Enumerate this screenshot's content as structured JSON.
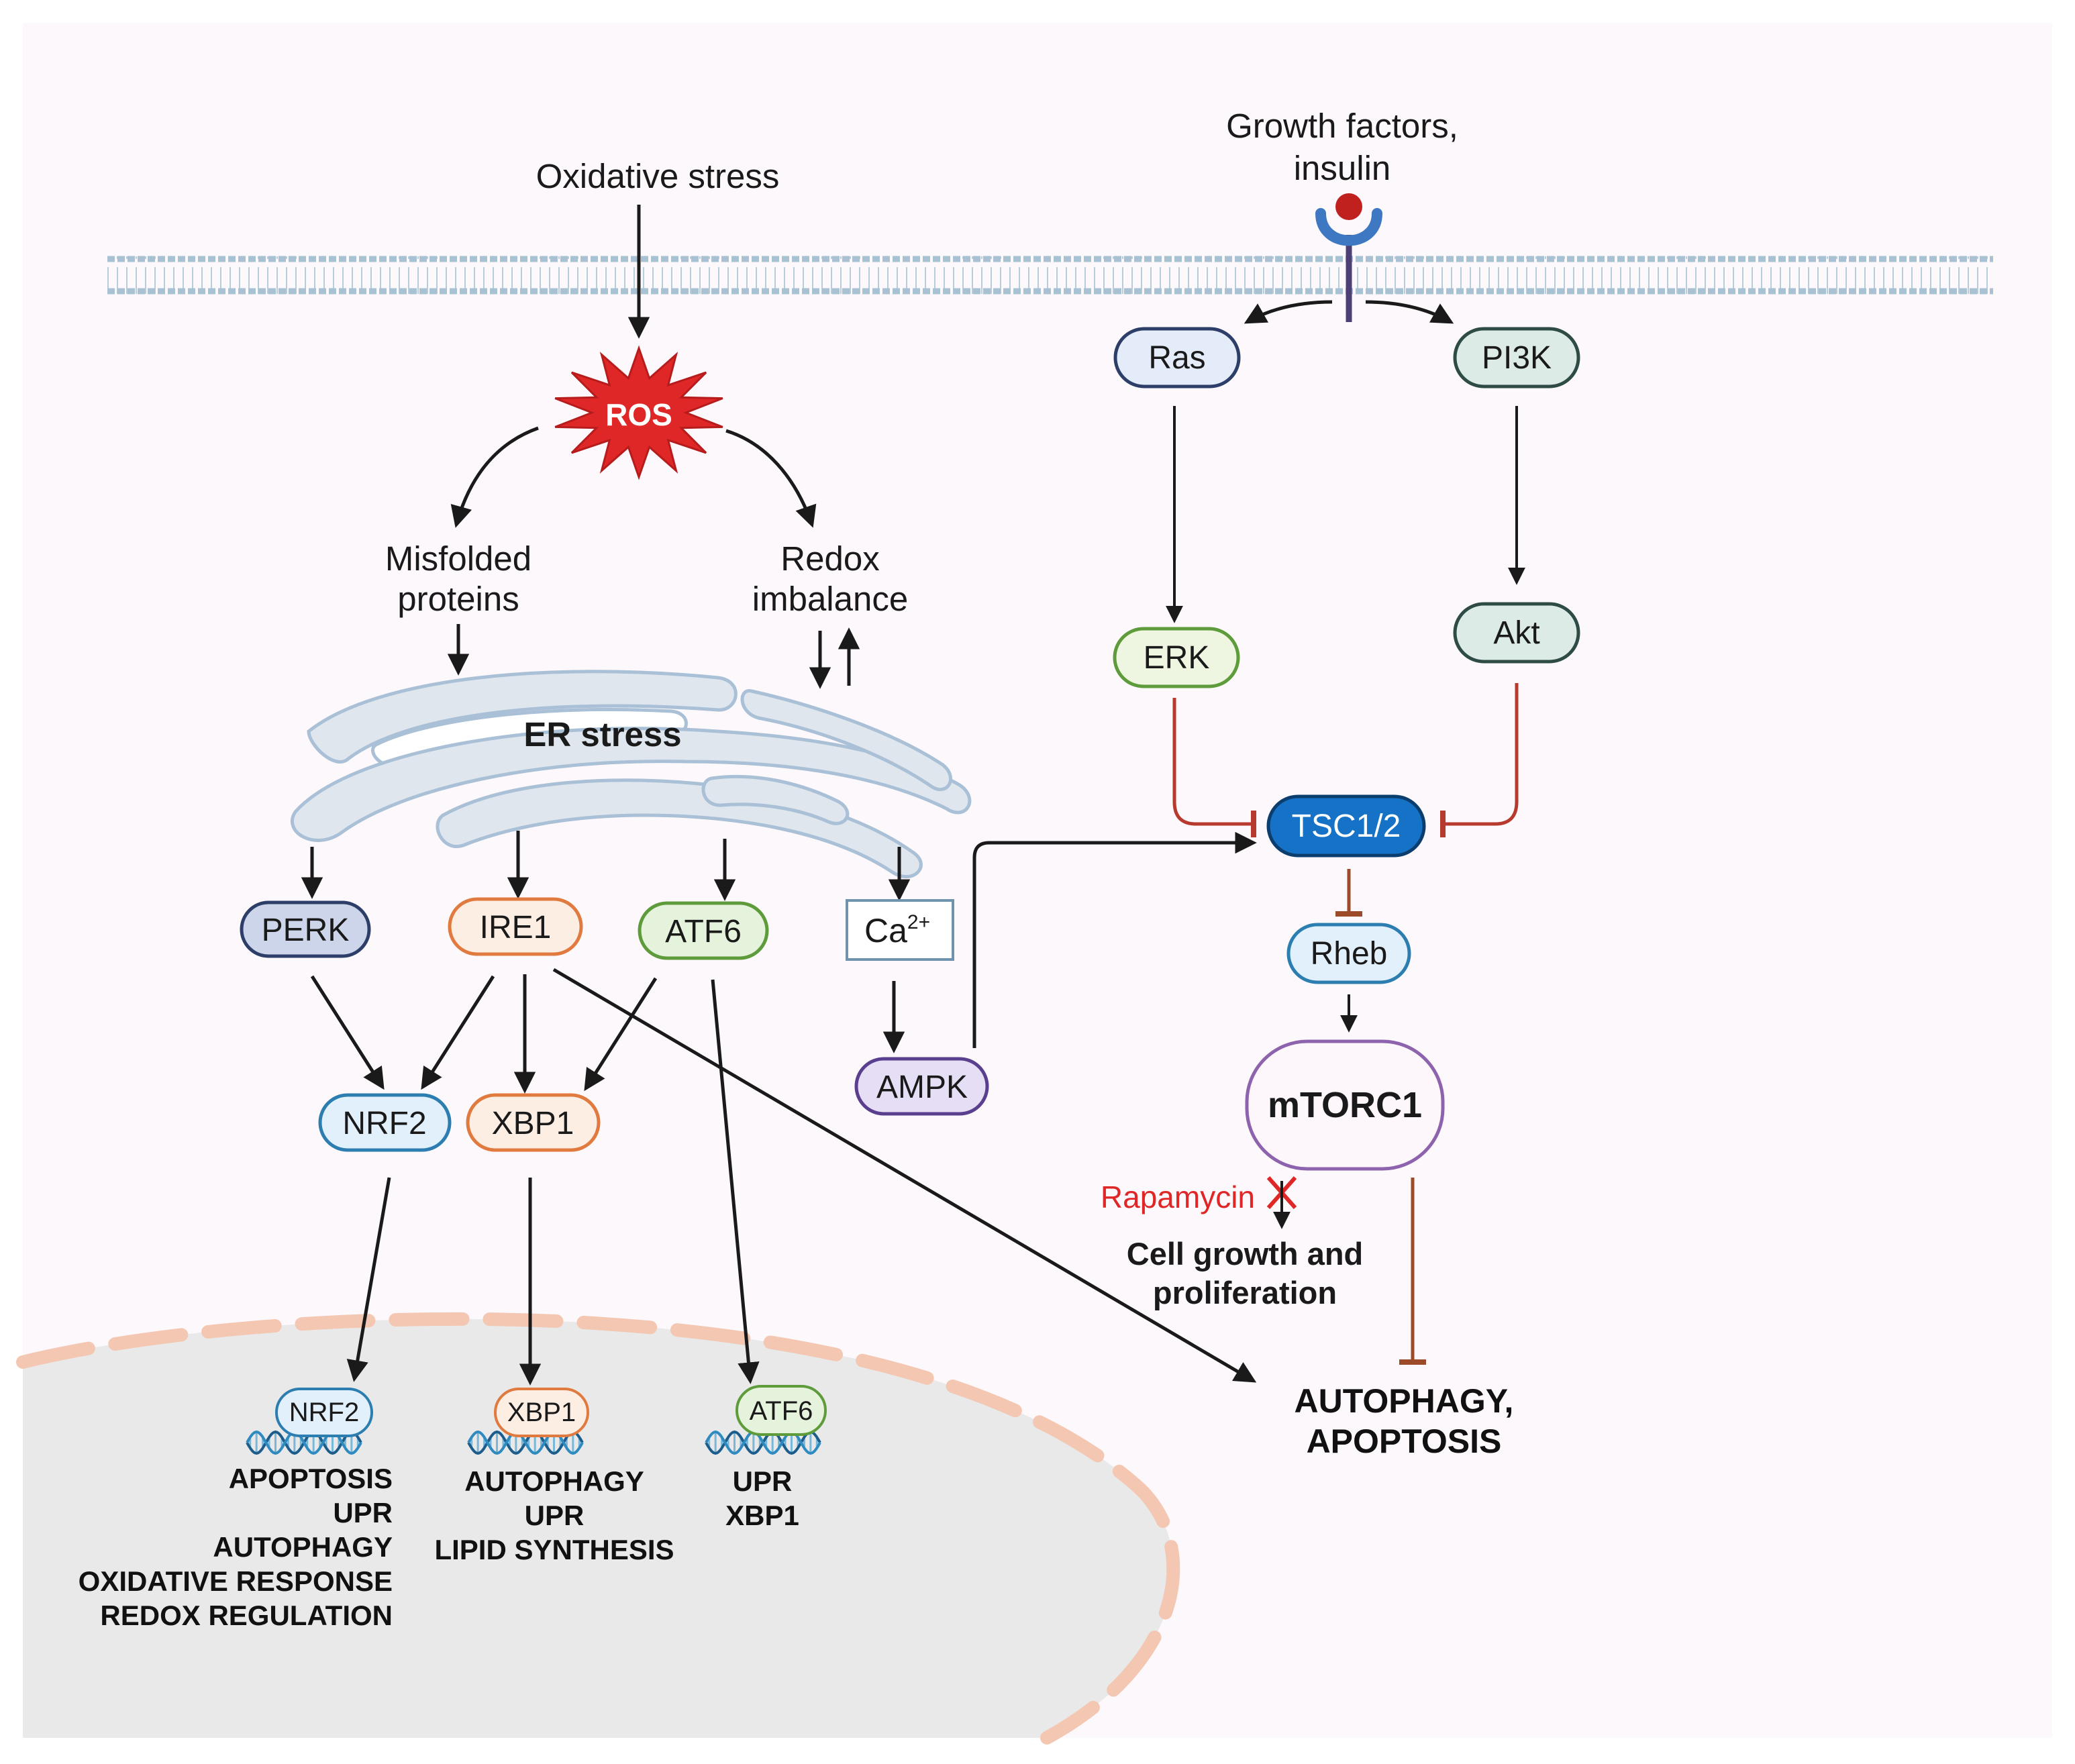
{
  "labels": {
    "oxidative_stress": "Oxidative stress",
    "growth_factors_line1": "Growth factors,",
    "growth_factors_line2": "insulin",
    "ros": "ROS",
    "misfolded_line1": "Misfolded",
    "misfolded_line2": "proteins",
    "redox_line1": "Redox",
    "redox_line2": "imbalance",
    "er_stress": "ER stress",
    "rapamycin": "Rapamycin",
    "cell_growth_line1": "Cell growth and",
    "cell_growth_line2": "proliferation",
    "autophagy_apoptosis_line1": "AUTOPHAGY,",
    "autophagy_apoptosis_line2": "APOPTOSIS"
  },
  "nodes": {
    "ras": "Ras",
    "pi3k": "PI3K",
    "erk": "ERK",
    "akt": "Akt",
    "tsc": "TSC1/2",
    "rheb": "Rheb",
    "mtorc1": "mTORC1",
    "perk": "PERK",
    "ire1": "IRE1",
    "atf6": "ATF6",
    "ca": "Ca",
    "ca_sup": "2+",
    "ampk": "AMPK",
    "nrf2": "NRF2",
    "xbp1": "XBP1"
  },
  "nucleus": {
    "nrf2": {
      "label": "NRF2",
      "genes": [
        "APOPTOSIS",
        "UPR",
        "AUTOPHAGY",
        "OXIDATIVE RESPONSE",
        "REDOX REGULATION"
      ]
    },
    "xbp1": {
      "label": "XBP1",
      "genes": [
        "AUTOPHAGY",
        "UPR",
        "LIPID SYNTHESIS"
      ]
    },
    "atf6": {
      "label": "ATF6",
      "genes": [
        "UPR",
        "XBP1"
      ]
    }
  },
  "colors": {
    "background": "#fcf8fb",
    "membrane": "#a9c2d3",
    "ros": "#e02727",
    "inhibition": "#b73a2e",
    "rapamycin": "#e02727",
    "tsc_fill": "#1572c6",
    "er_fill": "#dfe6ee",
    "nucleus_fill": "#e9e9e9",
    "nucleus_border": "#f4c7b2"
  }
}
